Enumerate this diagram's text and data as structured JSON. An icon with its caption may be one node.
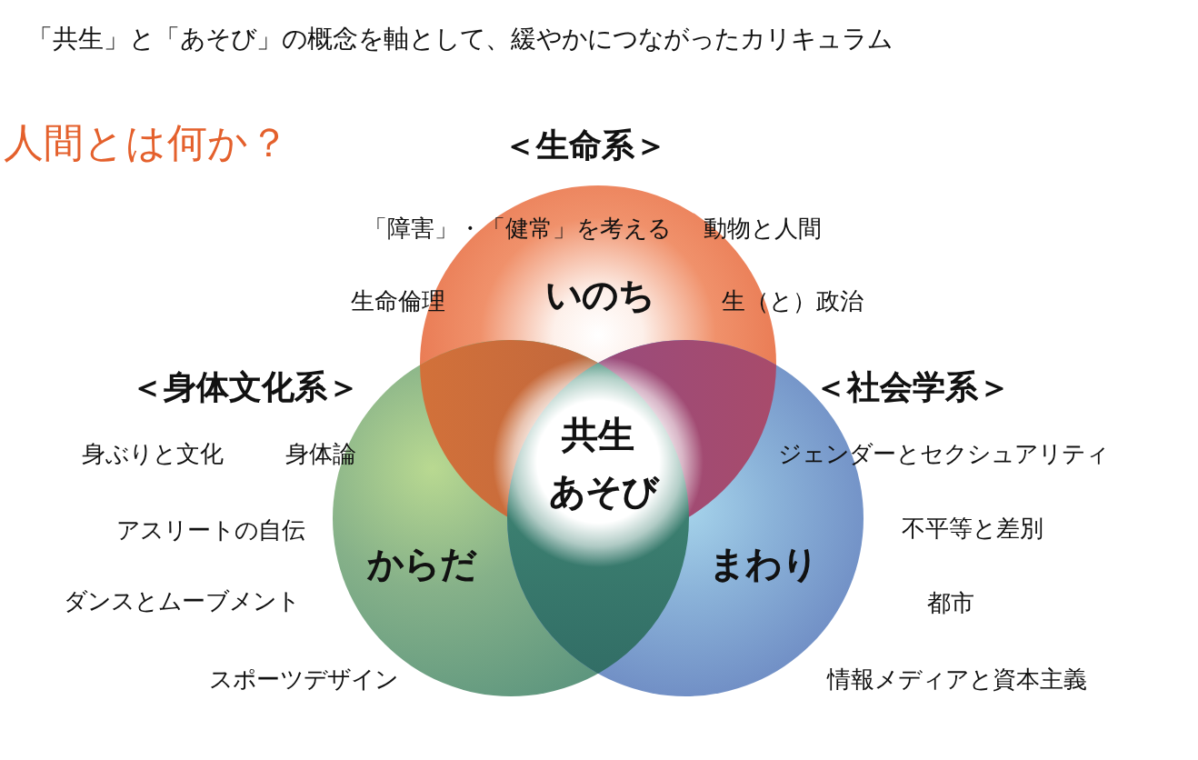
{
  "diagram": {
    "title": "「共生」と「あそび」の概念を軸として、緩やかにつながったカリキュラム",
    "nodes": [
      {
        "text": [
          "＜生命系＞",
          "「障害」・「健常」を考える",
          "いのち"
        ],
        "beside": [
          "動物と人間",
          "生命倫理",
          "生（と）政治"
        ]
      },
      {
        "text": [
          "＜身体文化系＞",
          "からだ"
        ],
        "beside": [
          "身ぶりと文化",
          "身体論",
          "アスリートの自伝",
          "ダンスとムーブメント",
          "スポーツデザイン"
        ]
      },
      {
        "text": [
          "＜社会学系＞",
          "まわり"
        ],
        "beside": [
          "ジェンダーとセクシュアリティ",
          "不平等と差別",
          "都市",
          "情報メディアと資本主義"
        ]
      },
      {
        "text": [
          "共生",
          "あそび"
        ]
      }
    ],
    "labels": [
      "人間とは何か？"
    ]
  }
}
